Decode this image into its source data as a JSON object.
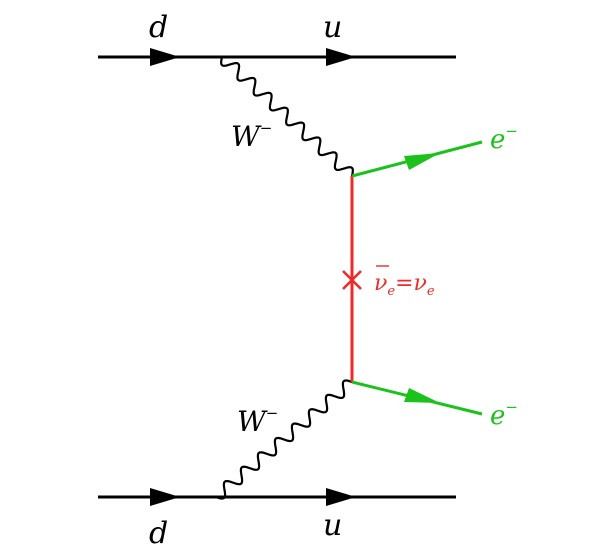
{
  "colors": {
    "quark": "#000000",
    "boson": "#000000",
    "electron": "#1cc21c",
    "neutrino": "#ee2a2a"
  },
  "labels": {
    "top_incoming_quark": "d",
    "top_outgoing_quark": "u",
    "bottom_incoming_quark": "d",
    "bottom_outgoing_quark": "u",
    "top_boson": "W",
    "top_boson_charge": "−",
    "bottom_boson": "W",
    "bottom_boson_charge": "−",
    "top_electron": "e",
    "top_electron_charge": "−",
    "bottom_electron": "e",
    "bottom_electron_charge": "−",
    "neutrino_left": "ν",
    "neutrino_left_sub": "e",
    "neutrino_equals": "=",
    "neutrino_right": "ν",
    "neutrino_right_sub": "e"
  },
  "icons": {
    "majorana_vertex": "cross-icon"
  }
}
